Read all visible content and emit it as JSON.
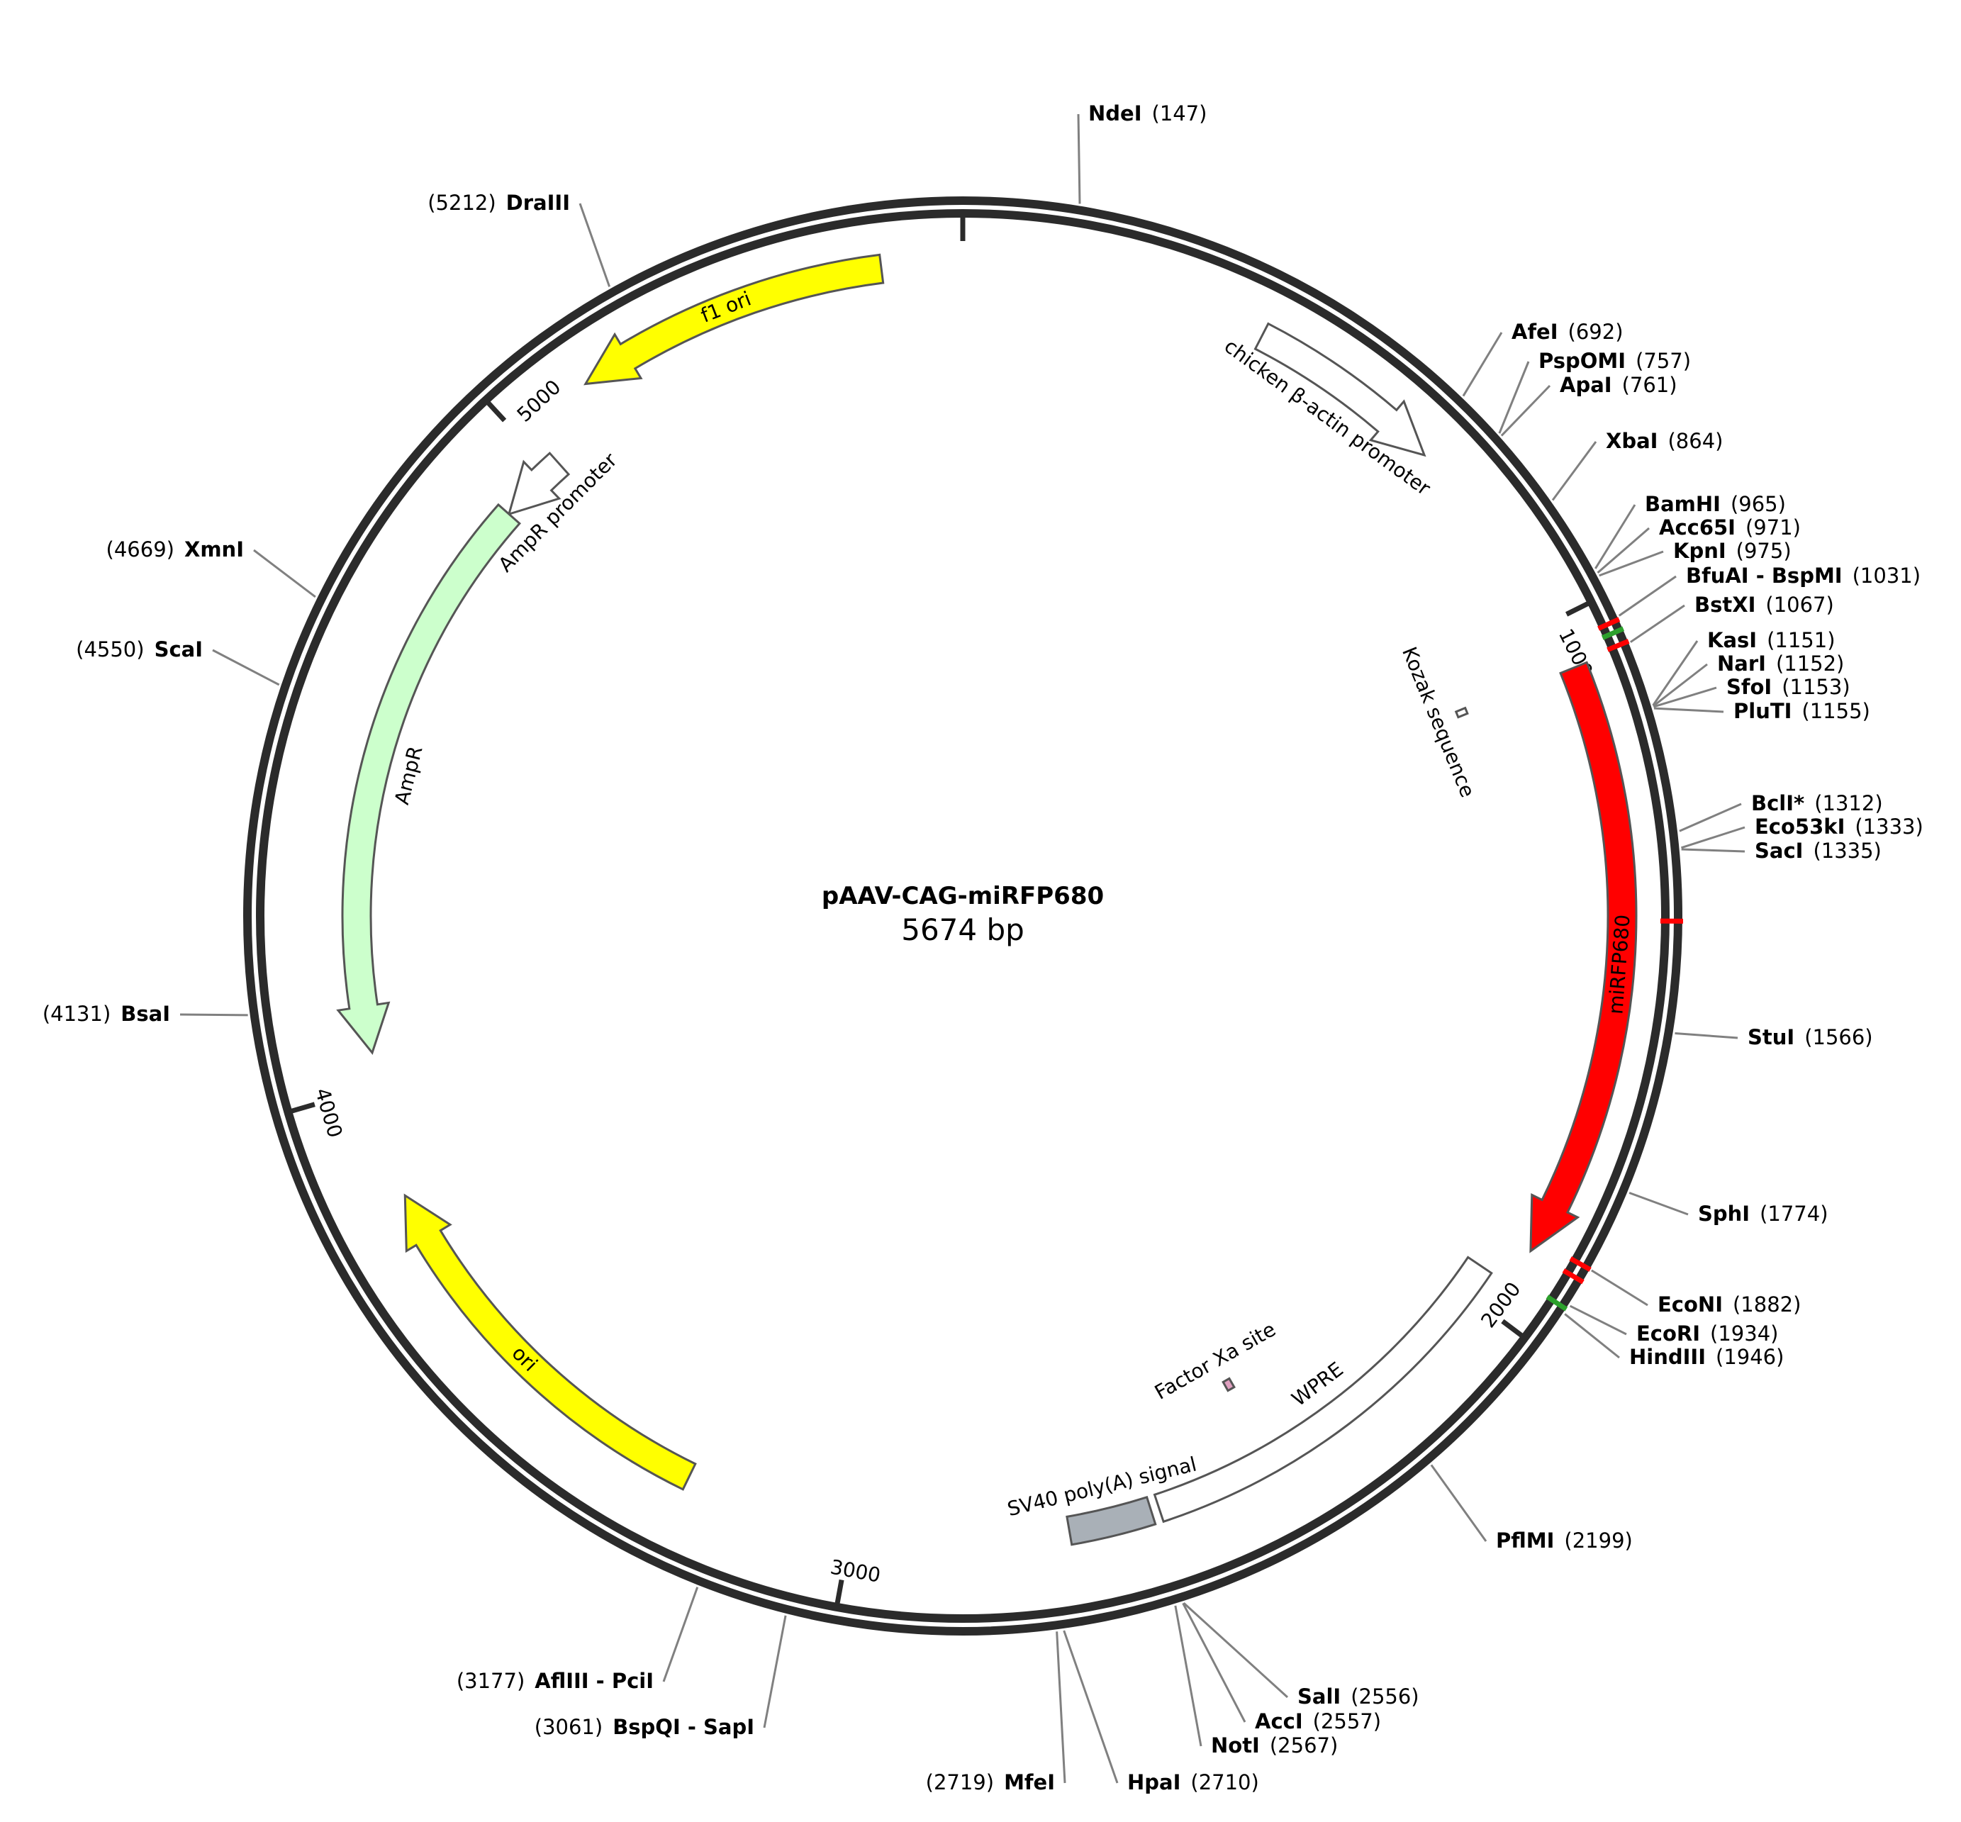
{
  "title": "pAAV-CAG-miRFP680",
  "length_label": "5674 bp",
  "total_bp": 5674,
  "colors": {
    "backbone": "#2b2b2b",
    "red_feature": "#ff0000",
    "yellow_feature": "#ffff00",
    "green_feature": "#ccffcc",
    "grey_feature": "#a9b0b7",
    "pink_feature": "#e0a0c0",
    "red_mark": "#ff0000",
    "green_mark": "#2ca02c",
    "stroke": "#555555"
  },
  "ticks": [
    {
      "bp": 0,
      "label": ""
    },
    {
      "bp": 1000,
      "label": "1000"
    },
    {
      "bp": 2000,
      "label": "2000"
    },
    {
      "bp": 3000,
      "label": "3000"
    },
    {
      "bp": 4000,
      "label": "4000"
    },
    {
      "bp": 5000,
      "label": "5000"
    }
  ],
  "features": [
    {
      "name": "chicken β-actin promoter",
      "start": 430,
      "end": 710,
      "dir": "cw",
      "color": "#ffffff",
      "label_pos": "outside-arc"
    },
    {
      "name": "f1 ori",
      "start": 5117,
      "end": 5561,
      "dir": "ccw",
      "color": "#ffff00",
      "label_pos": "inside"
    },
    {
      "name": "AmpR promoter",
      "start": 4910,
      "end": 5016,
      "dir": "ccw",
      "color": "#ffffff",
      "label_pos": "outside-arc"
    },
    {
      "name": "AmpR",
      "start": 4050,
      "end": 4910,
      "dir": "ccw",
      "color": "#ccffcc",
      "label_pos": "outside-arc"
    },
    {
      "name": "ori",
      "start": 3247,
      "end": 3836,
      "dir": "ccw-text",
      "color": "#ffff00",
      "label_pos": "inside"
    },
    {
      "name": "miRFP680",
      "start": 1070,
      "end": 1900,
      "dir": "cw",
      "color": "#ff0000",
      "label_pos": "inside"
    },
    {
      "name": "WPRE",
      "start": 1955,
      "end": 2548,
      "dir": "none",
      "color": "#ffffff",
      "label_pos": "outside-arc"
    },
    {
      "name": "SV40 poly(A) signal",
      "start": 2560,
      "end": 2682,
      "dir": "none",
      "color": "#a9b0b7",
      "label_pos": "outside-arc"
    },
    {
      "name": "Kozak sequence",
      "start": 1064,
      "end": 1074,
      "dir": "none",
      "color": "#ffffff",
      "label_pos": "outside-arc"
    },
    {
      "name": "Factor Xa site",
      "start": 2365,
      "end": 2377,
      "dir": "none",
      "color": "#e0a0c0",
      "label_pos": "outside-arc"
    }
  ],
  "sites": [
    {
      "name": "NdeI",
      "pos": "147",
      "side": "right"
    },
    {
      "name": "AfeI",
      "pos": "692",
      "side": "right"
    },
    {
      "name": "PspOMI",
      "pos": "757",
      "side": "right"
    },
    {
      "name": "ApaI",
      "pos": "761",
      "side": "right"
    },
    {
      "name": "XbaI",
      "pos": "864",
      "side": "right"
    },
    {
      "name": "BamHI",
      "pos": "965",
      "side": "right"
    },
    {
      "name": "Acc65I",
      "pos": "971",
      "side": "right"
    },
    {
      "name": "KpnI",
      "pos": "975",
      "side": "right"
    },
    {
      "name": "BfuAI - BspMI",
      "pos": "1031",
      "side": "right"
    },
    {
      "name": "BstXI",
      "pos": "1067",
      "side": "right"
    },
    {
      "name": "KasI",
      "pos": "1151",
      "side": "right"
    },
    {
      "name": "NarI",
      "pos": "1152",
      "side": "right"
    },
    {
      "name": "SfoI",
      "pos": "1153",
      "side": "right"
    },
    {
      "name": "PluTI",
      "pos": "1155",
      "side": "right"
    },
    {
      "name": "BclI*",
      "pos": "1312",
      "side": "right"
    },
    {
      "name": "Eco53kI",
      "pos": "1333",
      "side": "right"
    },
    {
      "name": "SacI",
      "pos": "1335",
      "side": "right"
    },
    {
      "name": "StuI",
      "pos": "1566",
      "side": "right"
    },
    {
      "name": "SphI",
      "pos": "1774",
      "side": "right"
    },
    {
      "name": "EcoNI",
      "pos": "1882",
      "side": "right"
    },
    {
      "name": "EcoRI",
      "pos": "1934",
      "side": "right"
    },
    {
      "name": "HindIII",
      "pos": "1946",
      "side": "right"
    },
    {
      "name": "PflMI",
      "pos": "2199",
      "side": "right"
    },
    {
      "name": "SalI",
      "pos": "2556",
      "side": "right"
    },
    {
      "name": "AccI",
      "pos": "2557",
      "side": "right"
    },
    {
      "name": "NotI",
      "pos": "2567",
      "side": "right"
    },
    {
      "name": "HpaI",
      "pos": "2710",
      "side": "right"
    },
    {
      "name": "MfeI",
      "pos": "2719",
      "side": "left"
    },
    {
      "name": "BspQI - SapI",
      "pos": "3061",
      "side": "left"
    },
    {
      "name": "AflIII - PciI",
      "pos": "3177",
      "side": "left"
    },
    {
      "name": "BsaI",
      "pos": "4131",
      "side": "left"
    },
    {
      "name": "ScaI",
      "pos": "4550",
      "side": "left"
    },
    {
      "name": "XmnI",
      "pos": "4669",
      "side": "left"
    },
    {
      "name": "DraIII",
      "pos": "5212",
      "side": "left"
    }
  ],
  "backbone_marks": [
    {
      "bp": 1035,
      "color": "#ff0000"
    },
    {
      "bp": 1048,
      "color": "#2ca02c"
    },
    {
      "bp": 1065,
      "color": "#ff0000"
    },
    {
      "bp": 1425,
      "color": "#ff0000"
    },
    {
      "bp": 1882,
      "color": "#ff0000"
    },
    {
      "bp": 1900,
      "color": "#ff0000"
    },
    {
      "bp": 1940,
      "color": "#2ca02c"
    }
  ]
}
